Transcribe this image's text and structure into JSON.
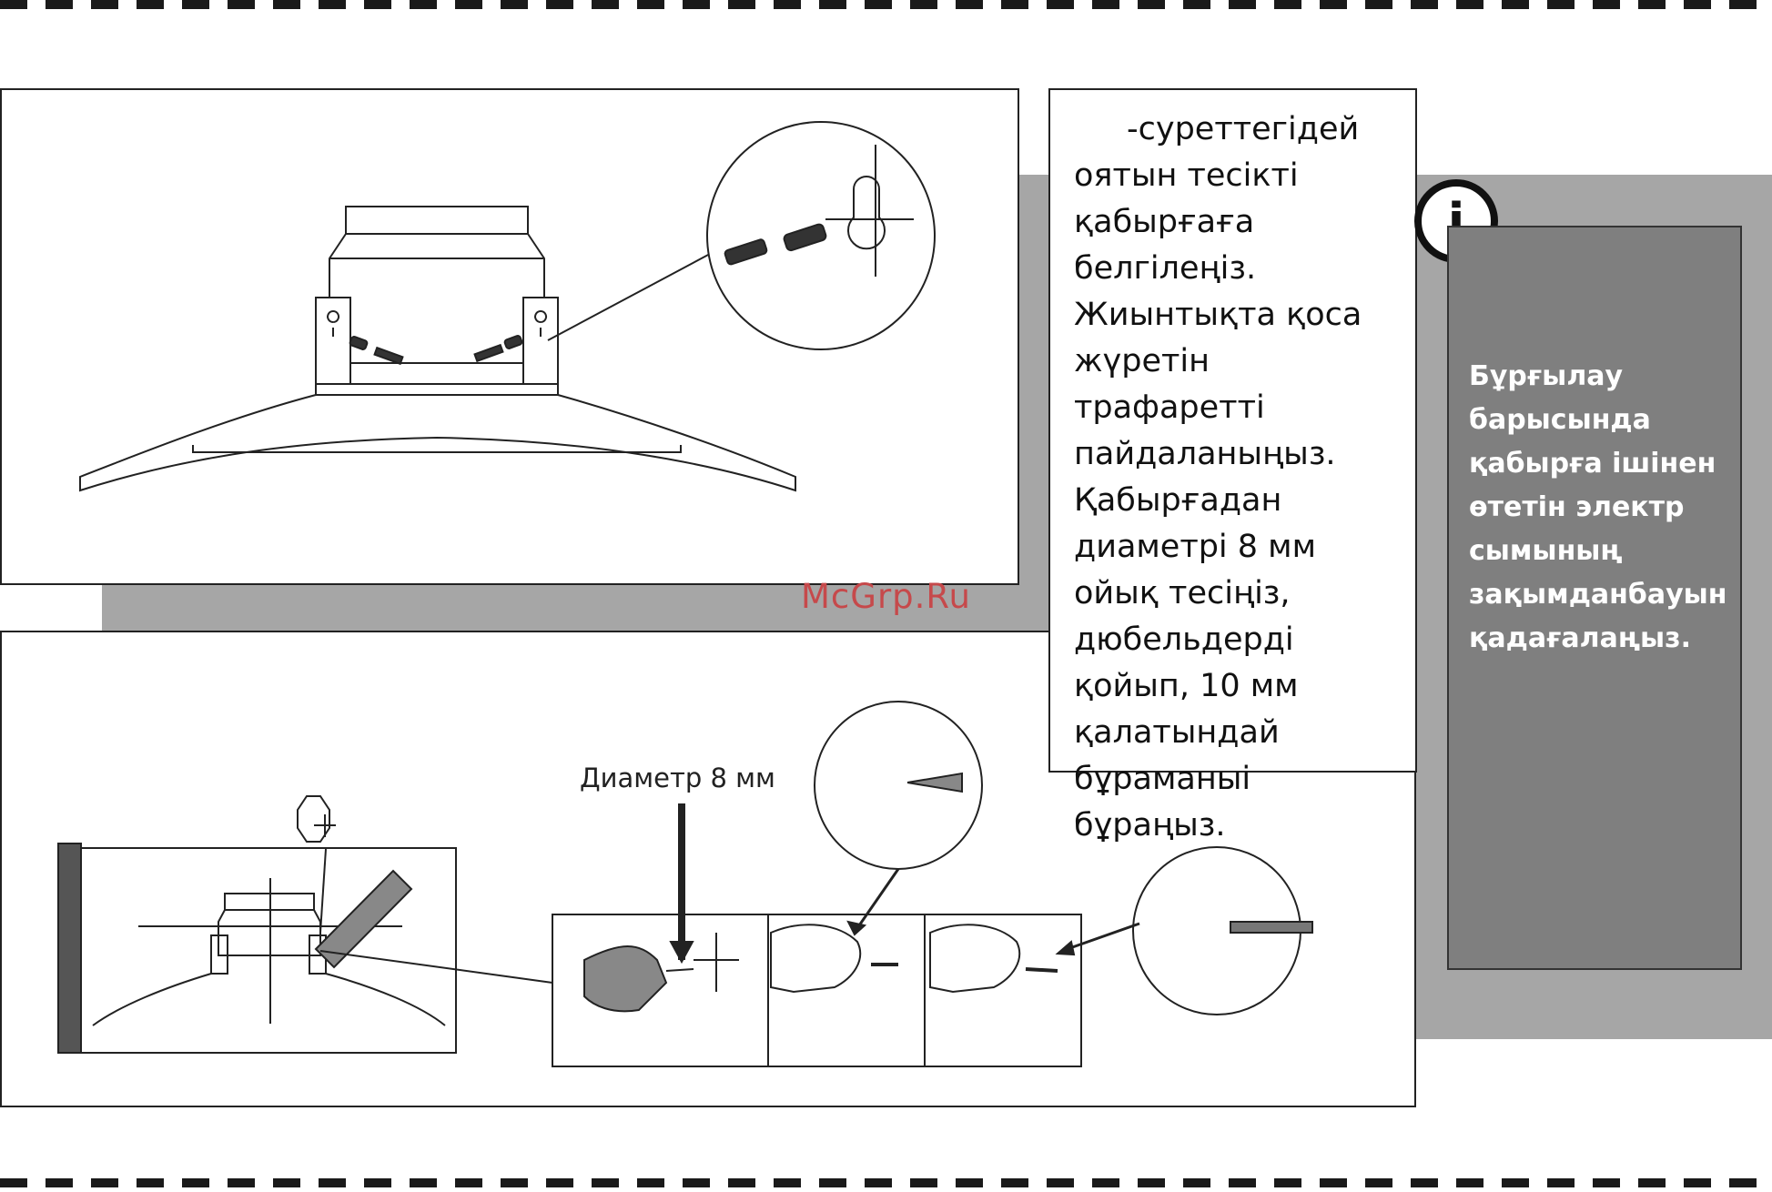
{
  "instruction_text": "-суреттегідей\nоятын тесікті\nқабырғаға\nбелгілеңіз.\nЖиынтықта қоса\nжүретін трафаретті\nпайдаланыңыз.\nҚабырғадан\nдиаметрі 8 мм\nойық тесіңіз,\nдюбельдерді\nқойып, 10 мм\nқалатындай\nбұраманыі бұраңыз.",
  "note_text": "Бұрғылау\nбарысында\nқабырға ішінен\nөтетін электр\nсымының\nзақымданбауын\nқадағалаңыз.",
  "drill_label": "Диаметр 8 мм",
  "info_icon_glyph": "i",
  "watermark": "McGrp.Ru",
  "colors": {
    "band_gray": "#a6a6a6",
    "note_gray": "#7f7f7f",
    "watermark_red": "#c6494b"
  }
}
